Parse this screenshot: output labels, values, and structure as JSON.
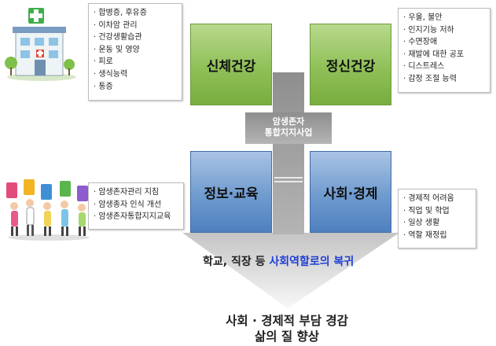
{
  "quadrants": {
    "physical": "신체건강",
    "mental": "정신건강",
    "info_edu": "정보·교육",
    "social_econ": "사회·경제"
  },
  "center": {
    "line1": "암생존자",
    "line2": "통합지지사업"
  },
  "notes": {
    "physical": [
      "· 합병증, 후유증",
      "· 이차암 관리",
      "· 건강생활습관",
      "· 운동 및 영양",
      "· 피로",
      "· 생식능력",
      "· 통증"
    ],
    "mental": [
      "· 우울, 불안",
      "· 인지기능 저하",
      "· 수면장애",
      "· 재발에 대한 공포",
      "· 디스트레스",
      "· 감정 조절 능력"
    ],
    "info_edu": [
      "· 암생존자관리 지침",
      "· 암생종자 인식 개선",
      "· 암생존자통합지지교육"
    ],
    "social_econ": [
      "· 경제적 어려움",
      "· 직업 및 학업",
      "· 일상 생활",
      "· 역할 재정립"
    ]
  },
  "outcome1": {
    "prefix": "학교, 직장 등 ",
    "highlight": "사회역할로의 복귀",
    "highlight_color": "#1f3fd6"
  },
  "outcome2": {
    "line1": "사회 ·  경제적 부담 경감",
    "line2": "삶의 질 향상"
  },
  "icons": [
    "hospital-icon",
    "people-icon"
  ]
}
